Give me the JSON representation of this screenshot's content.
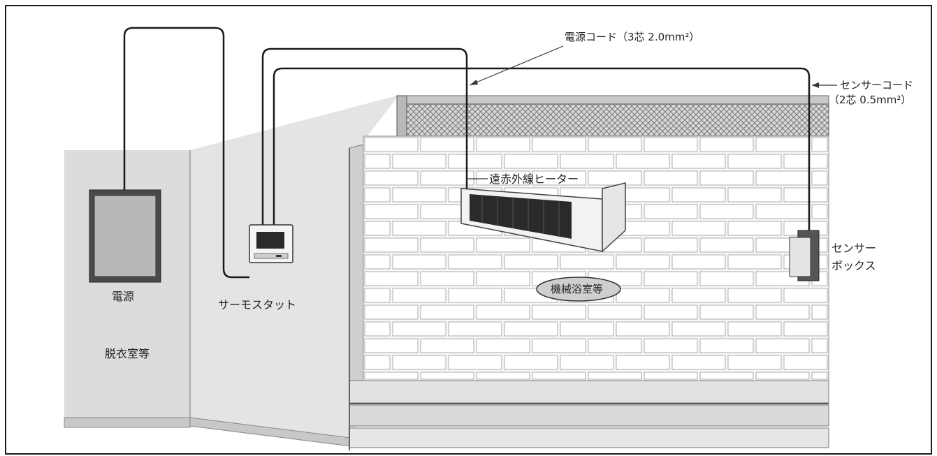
{
  "labels": {
    "power_cord": "電源コード（3芯 2.0mm²）",
    "sensor_cord_line1": "センサーコード",
    "sensor_cord_line2": "（2芯 0.5mm²）",
    "heater": "遠赤外線ヒーター",
    "sensor_box_line1": "センサー",
    "sensor_box_line2": "ボックス",
    "power_source": "電源",
    "thermostat": "サーモスタット",
    "dressing_room": "脱衣室等",
    "bathroom": "機械浴室等"
  },
  "icons": {
    "power_panel": "power-panel-icon",
    "thermostat": "thermostat-icon",
    "heater": "far-infrared-heater-icon",
    "sensor_box": "sensor-box-icon"
  },
  "colors": {
    "wall_gray": "#dcdcdc",
    "wall_light": "#e6e6e6",
    "line": "#1a1a1a",
    "brick_mortar": "#9a9a9a",
    "heater_panel": "#2a2a2a",
    "bath_badge": "#cfcfcf"
  }
}
